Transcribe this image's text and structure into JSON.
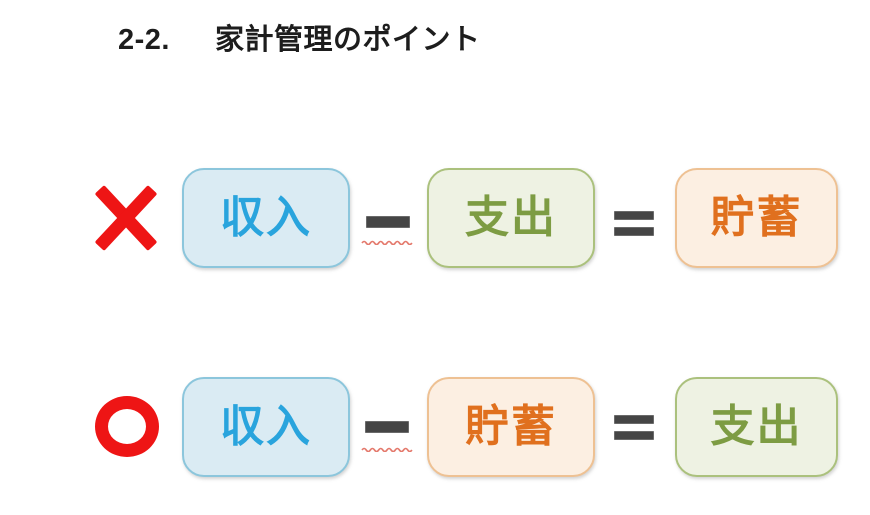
{
  "title": {
    "number": "2-2.",
    "text": "家計管理のポイント"
  },
  "rows": [
    {
      "verdict": "incorrect",
      "mark": "×",
      "boxes": [
        {
          "label": "収入",
          "variant": "blue"
        },
        {
          "label": "支出",
          "variant": "green"
        },
        {
          "label": "貯蓄",
          "variant": "orange"
        }
      ],
      "operators": [
        "−",
        "="
      ]
    },
    {
      "verdict": "correct",
      "mark": "○",
      "boxes": [
        {
          "label": "収入",
          "variant": "blue"
        },
        {
          "label": "貯蓄",
          "variant": "orange"
        },
        {
          "label": "支出",
          "variant": "green"
        }
      ],
      "operators": [
        "−",
        "="
      ]
    }
  ],
  "colors": {
    "title-color": "#1d1d1d",
    "red": "#ee1515",
    "operator-gray": "#454545",
    "squiggle-red": "#e4796c",
    "blue-fill": "#daebf3",
    "blue-border": "#8cc6dc",
    "blue-text": "#29a4dd",
    "green-fill": "#eef2e3",
    "green-border": "#abc17d",
    "green-text": "#7d9c43",
    "orange-fill": "#fcefe2",
    "orange-border": "#eec193",
    "orange-text": "#e0701e"
  }
}
